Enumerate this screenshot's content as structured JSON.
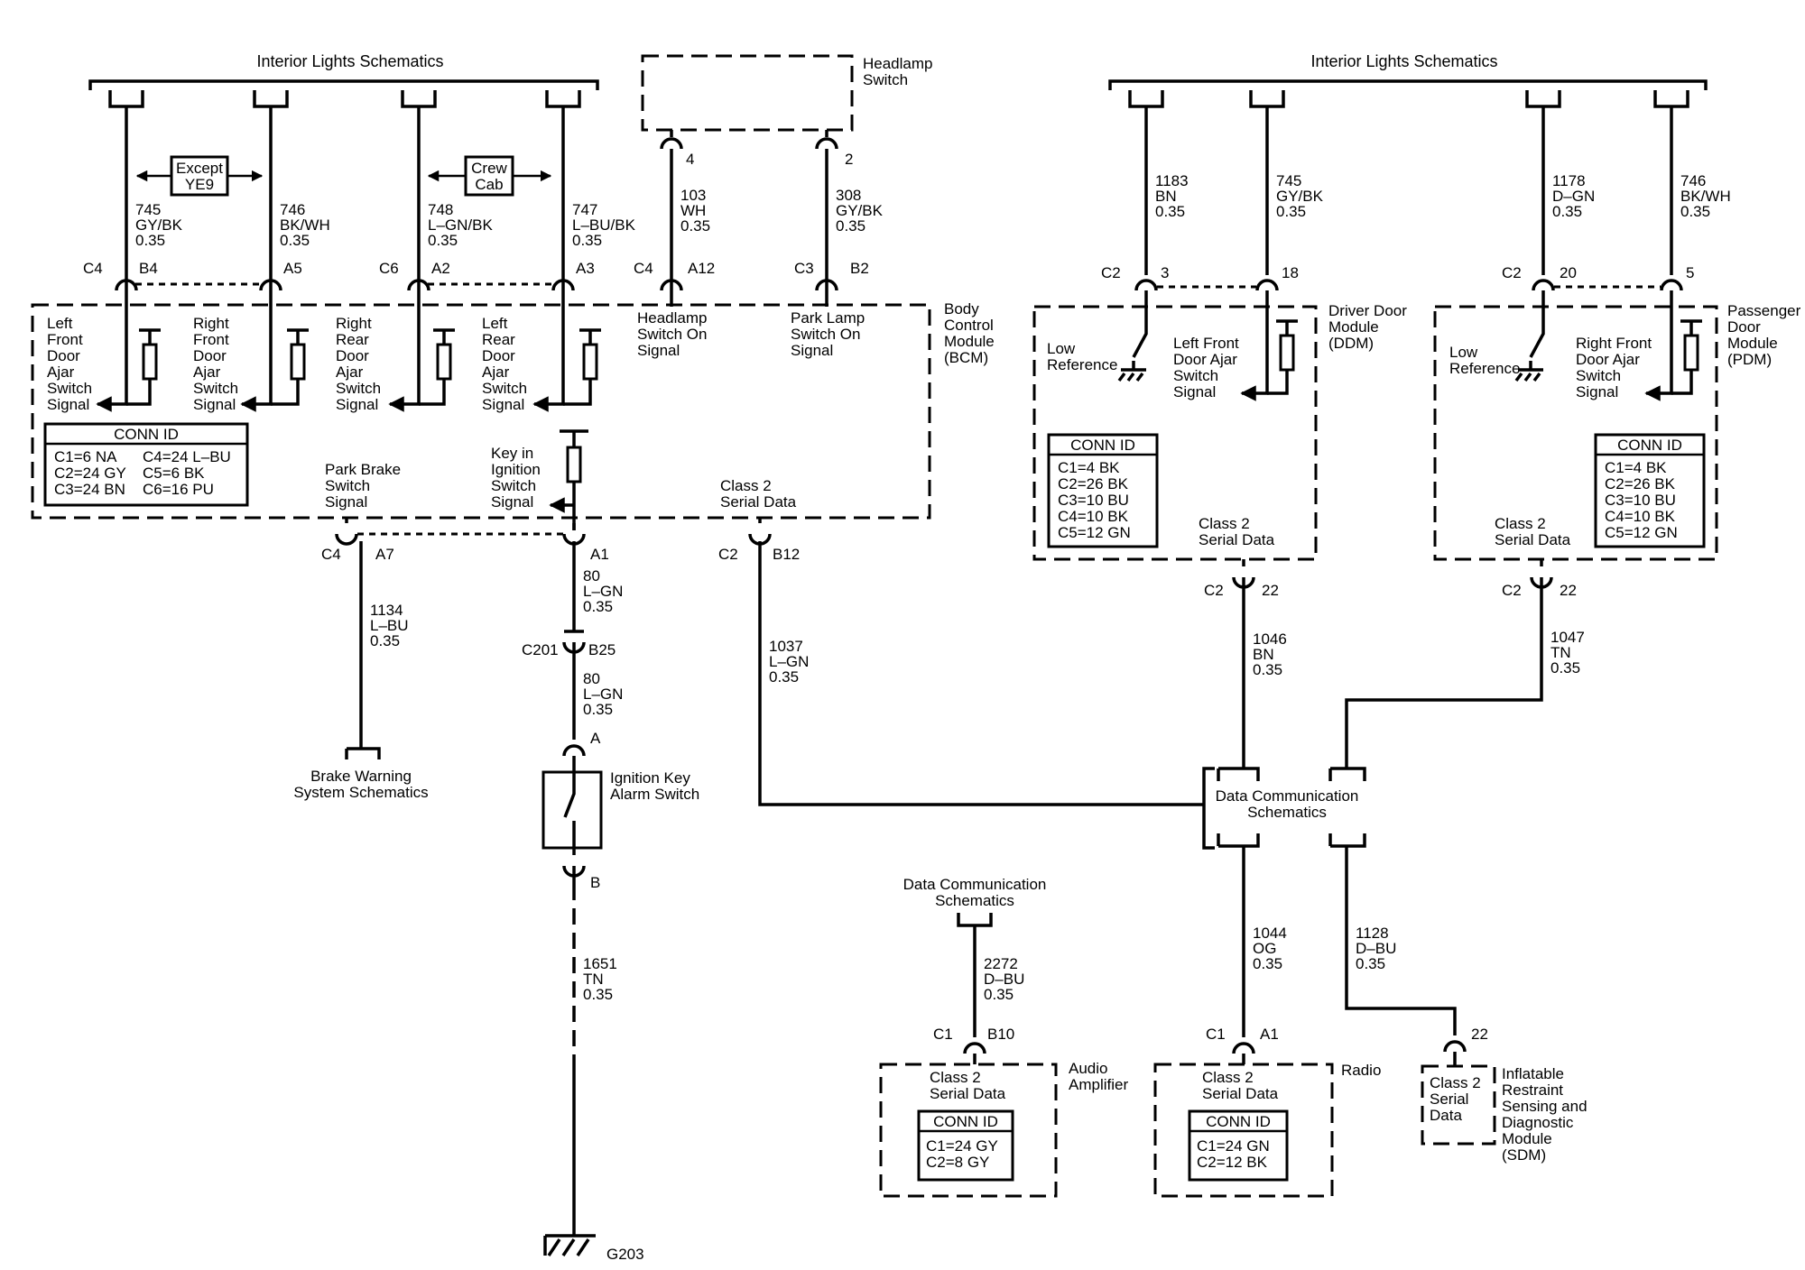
{
  "schematics": {
    "left_title": "Interior Lights Schematics",
    "right_title": "Interior Lights Schematics",
    "data_comm": [
      "Data Communication",
      "Schematics"
    ],
    "data_comm_bottom": [
      "Data Communication",
      "Schematics"
    ],
    "brake_warning": [
      "Brake Warning",
      "System Schematics"
    ]
  },
  "option_boxes": {
    "except": [
      "Except",
      "YE9"
    ],
    "crew": [
      "Crew",
      "Cab"
    ]
  },
  "headlamp_switch": [
    "Headlamp",
    "Switch"
  ],
  "bcm": {
    "name": [
      "Body",
      "Control",
      "Module",
      "(BCM)"
    ],
    "signals": {
      "lf_door": [
        "Left",
        "Front",
        "Door",
        "Ajar",
        "Switch",
        "Signal"
      ],
      "rf_door": [
        "Right",
        "Front",
        "Door",
        "Ajar",
        "Switch",
        "Signal"
      ],
      "rr_door": [
        "Right",
        "Rear",
        "Door",
        "Ajar",
        "Switch",
        "Signal"
      ],
      "lr_door": [
        "Left",
        "Rear",
        "Door",
        "Ajar",
        "Switch",
        "Signal"
      ],
      "headlamp": [
        "Headlamp",
        "Switch On",
        "Signal"
      ],
      "parklamp": [
        "Park Lamp",
        "Switch On",
        "Signal"
      ],
      "park_brake": [
        "Park Brake",
        "Switch",
        "Signal"
      ],
      "key_ign": [
        "Key in",
        "Ignition",
        "Switch",
        "Signal"
      ],
      "class2": [
        "Class 2",
        "Serial Data"
      ]
    },
    "conn_id": {
      "title": "CONN ID",
      "col1": [
        "C1=6 NA",
        "C2=24 GY",
        "C3=24 BN"
      ],
      "col2": [
        "C4=24 L–BU",
        "C5=6 BK",
        "C6=16 PU"
      ]
    }
  },
  "ddm": {
    "name": [
      "Driver Door",
      "Module",
      "(DDM)"
    ],
    "low_ref": [
      "Low",
      "Reference"
    ],
    "signal": [
      "Left Front",
      "Door Ajar",
      "Switch",
      "Signal"
    ],
    "class2": [
      "Class 2",
      "Serial Data"
    ],
    "conn_id": {
      "title": "CONN ID",
      "rows": [
        "C1=4 BK",
        "C2=26 BK",
        "C3=10 BU",
        "C4=10 BK",
        "C5=12 GN"
      ]
    }
  },
  "pdm": {
    "name": [
      "Passenger",
      "Door",
      "Module",
      "(PDM)"
    ],
    "low_ref": [
      "Low",
      "Reference"
    ],
    "signal": [
      "Right Front",
      "Door Ajar",
      "Switch",
      "Signal"
    ],
    "class2": [
      "Class 2",
      "Serial Data"
    ],
    "conn_id": {
      "title": "CONN ID",
      "rows": [
        "C1=4 BK",
        "C2=26 BK",
        "C3=10 BU",
        "C4=10 BK",
        "C5=12 GN"
      ]
    }
  },
  "ignition_key_alarm": [
    "Ignition Key",
    "Alarm Switch"
  ],
  "ground": "G203",
  "audio_amp": {
    "name": [
      "Audio",
      "Amplifier"
    ],
    "class2": [
      "Class 2",
      "Serial Data"
    ],
    "conn_id": {
      "title": "CONN ID",
      "rows": [
        "C1=24 GY",
        "C2=8 GY"
      ]
    }
  },
  "radio": {
    "name": "Radio",
    "class2": [
      "Class 2",
      "Serial Data"
    ],
    "conn_id": {
      "title": "CONN ID",
      "rows": [
        "C1=24 GN",
        "C2=12 BK"
      ]
    }
  },
  "sdm": {
    "name": [
      "Inflatable",
      "Restraint",
      "Sensing and",
      "Diagnostic",
      "Module",
      "(SDM)"
    ],
    "class2": [
      "Class 2",
      "Serial",
      "Data"
    ]
  },
  "wires": {
    "w745a": [
      "745",
      "GY/BK",
      "0.35"
    ],
    "w746a": [
      "746",
      "BK/WH",
      "0.35"
    ],
    "w748": [
      "748",
      "L–GN/BK",
      "0.35"
    ],
    "w747": [
      "747",
      "L–BU/BK",
      "0.35"
    ],
    "w103": [
      "103",
      "WH",
      "0.35"
    ],
    "w308": [
      "308",
      "GY/BK",
      "0.35"
    ],
    "w1183": [
      "1183",
      "BN",
      "0.35"
    ],
    "w745b": [
      "745",
      "GY/BK",
      "0.35"
    ],
    "w1178": [
      "1178",
      "D–GN",
      "0.35"
    ],
    "w746b": [
      "746",
      "BK/WH",
      "0.35"
    ],
    "w1134": [
      "1134",
      "L–BU",
      "0.35"
    ],
    "w80a": [
      "80",
      "L–GN",
      "0.35"
    ],
    "w80b": [
      "80",
      "L–GN",
      "0.35"
    ],
    "w1037": [
      "1037",
      "L–GN",
      "0.35"
    ],
    "w1046": [
      "1046",
      "BN",
      "0.35"
    ],
    "w1047": [
      "1047",
      "TN",
      "0.35"
    ],
    "w1651": [
      "1651",
      "TN",
      "0.35"
    ],
    "w2272": [
      "2272",
      "D–BU",
      "0.35"
    ],
    "w1044": [
      "1044",
      "OG",
      "0.35"
    ],
    "w1128": [
      "1128",
      "D–BU",
      "0.35"
    ]
  },
  "connectors": {
    "c4": "C4",
    "b4": "B4",
    "a5": "A5",
    "c6": "C6",
    "a2": "A2",
    "a3": "A3",
    "c4h": "C4",
    "a12": "A12",
    "c3": "C3",
    "b2": "B2",
    "hs4": "4",
    "hs2": "2",
    "c2d": "C2",
    "d3": "3",
    "d18": "18",
    "c2p": "C2",
    "p20": "20",
    "p5": "5",
    "c4b": "C4",
    "a7": "A7",
    "a1": "A1",
    "c2b": "C2",
    "b12": "B12",
    "c201": "C201",
    "b25": "B25",
    "ka": "A",
    "kb": "B",
    "c2dd": "C2",
    "d22": "22",
    "c2pd": "C2",
    "p22": "22",
    "c1a": "C1",
    "b10": "B10",
    "c1r": "C1",
    "ra1": "A1",
    "s22": "22"
  }
}
